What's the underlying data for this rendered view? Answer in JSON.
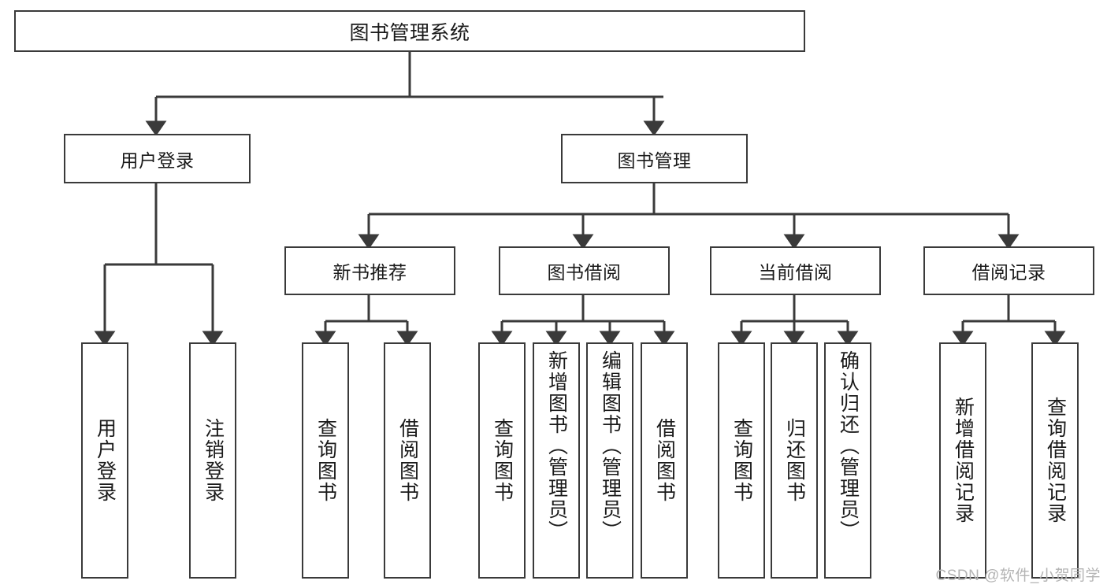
{
  "diagram": {
    "type": "tree",
    "title": "图书管理系统",
    "root": {
      "label": "图书管理系统"
    },
    "level1": [
      {
        "id": "user-login",
        "label": "用户登录"
      },
      {
        "id": "book-manage",
        "label": "图书管理"
      }
    ],
    "level2": [
      {
        "id": "new-book-recommend",
        "label": "新书推荐",
        "parent": "book-manage"
      },
      {
        "id": "book-borrow",
        "label": "图书借阅",
        "parent": "book-manage"
      },
      {
        "id": "current-borrow",
        "label": "当前借阅",
        "parent": "book-manage"
      },
      {
        "id": "borrow-record",
        "label": "借阅记录",
        "parent": "book-manage"
      }
    ],
    "leaves": [
      {
        "id": "leaf-user-login",
        "label": "用户登录",
        "parent": "user-login"
      },
      {
        "id": "leaf-user-logout",
        "label": "注销登录",
        "parent": "user-login"
      },
      {
        "id": "leaf-rec-query-book",
        "label": "查询图书",
        "parent": "new-book-recommend"
      },
      {
        "id": "leaf-rec-borrow-book",
        "label": "借阅图书",
        "parent": "new-book-recommend"
      },
      {
        "id": "leaf-borrow-query-book",
        "label": "查询图书",
        "parent": "book-borrow"
      },
      {
        "id": "leaf-borrow-add-book",
        "label": "新增图书（管理员）",
        "parent": "book-borrow"
      },
      {
        "id": "leaf-borrow-edit-book",
        "label": "编辑图书（管理员）",
        "parent": "book-borrow"
      },
      {
        "id": "leaf-borrow-borrow-book",
        "label": "借阅图书",
        "parent": "book-borrow"
      },
      {
        "id": "leaf-cur-query-book",
        "label": "查询图书",
        "parent": "current-borrow"
      },
      {
        "id": "leaf-cur-return-book",
        "label": "归还图书",
        "parent": "current-borrow"
      },
      {
        "id": "leaf-cur-confirm-return",
        "label": "确认归还（管理员）",
        "parent": "current-borrow"
      },
      {
        "id": "leaf-rec-add-record",
        "label": "新增借阅记录",
        "parent": "borrow-record"
      },
      {
        "id": "leaf-rec-query-record",
        "label": "查询借阅记录",
        "parent": "borrow-record"
      }
    ]
  },
  "watermark": {
    "text": "CSDN @软件_小贺同学"
  },
  "colors": {
    "stroke": "#3a3a3a",
    "fill": "#ffffff",
    "text": "#1a1a1a",
    "watermark": "#b4b4b4"
  }
}
